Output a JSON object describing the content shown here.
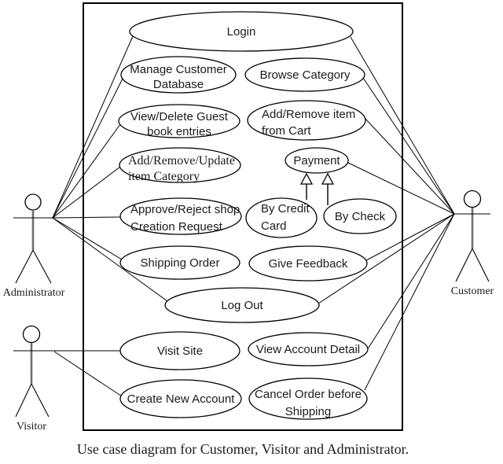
{
  "caption": "Use case diagram for Customer, Visitor and Administrator.",
  "actors": {
    "administrator": {
      "label": "Administrator"
    },
    "customer": {
      "label": "Customer"
    },
    "visitor": {
      "label": "Visitor"
    }
  },
  "use_cases": {
    "login": {
      "label": "Login"
    },
    "manage_customer_database": {
      "line1": "Manage Customer",
      "line2": "Database"
    },
    "browse_category": {
      "label": "Browse Category"
    },
    "view_delete_guestbook": {
      "line1": "View/Delete Guest",
      "line2": "book entries"
    },
    "add_remove_item_cart": {
      "line1": "Add/Remove item",
      "line2": "from Cart"
    },
    "add_remove_update_category": {
      "line1": "Add/Remove/Update",
      "line2": "item Category"
    },
    "payment": {
      "label": "Payment"
    },
    "approve_reject_shop": {
      "line1": "Approve/Reject shop",
      "line2": "Creation Request"
    },
    "by_credit_card": {
      "line1": "By Credit",
      "line2": "Card"
    },
    "by_check": {
      "label": "By Check"
    },
    "shipping_order": {
      "label": "Shipping Order"
    },
    "give_feedback": {
      "label": "Give Feedback"
    },
    "log_out": {
      "label": "Log Out"
    },
    "visit_site": {
      "label": "Visit Site"
    },
    "view_account_detail": {
      "label": "View Account Detail"
    },
    "create_new_account": {
      "label": "Create New Account"
    },
    "cancel_order_before_shipping": {
      "line1": "Cancel Order before",
      "line2": "Shipping"
    }
  },
  "relationships": {
    "administrator": [
      "Login",
      "Manage Customer Database",
      "View/Delete Guest book entries",
      "Add/Remove/Update item Category",
      "Approve/Reject shop Creation Request",
      "Shipping Order",
      "Log Out"
    ],
    "customer": [
      "Login",
      "Browse Category",
      "Add/Remove item from Cart",
      "Payment",
      "Give Feedback",
      "Log Out",
      "View Account Detail",
      "Cancel Order before Shipping"
    ],
    "visitor": [
      "Visit Site",
      "Create New Account"
    ],
    "generalizations": [
      {
        "from": "By Credit Card",
        "to": "Payment"
      },
      {
        "from": "By Check",
        "to": "Payment"
      }
    ]
  },
  "colors": {
    "stroke": "#000000",
    "background": "#ffffff",
    "actor_body": "#6f6f6f",
    "text": "#1b1b1b"
  }
}
